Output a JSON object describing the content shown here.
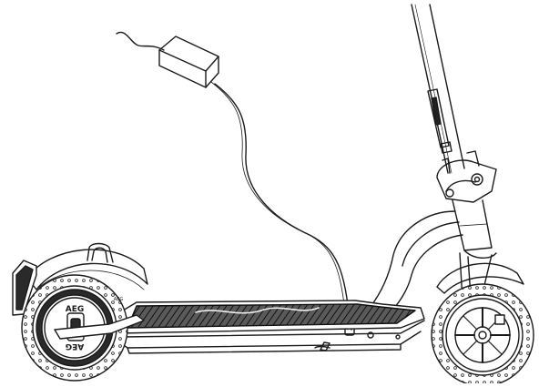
{
  "rear_wheel": {
    "brand_top": "AEG",
    "brand_bottom": "AEG"
  },
  "fender": {
    "brand": "AEG"
  },
  "colors": {
    "line": "#1a1a1a",
    "deck_grip": "#3a3a3a",
    "background": "#ffffff"
  }
}
